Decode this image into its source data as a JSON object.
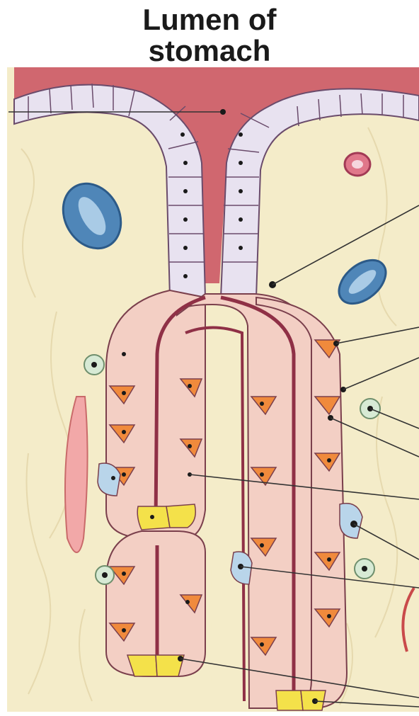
{
  "title": {
    "line1": "Lumen of",
    "line2": "stomach"
  },
  "colors": {
    "background_tissue": "#f4ecc9",
    "lumen": "#c9505f",
    "surface_cell": "#e8e2f0",
    "chief_cell": "#f3cfc4",
    "parietal_cell": "#f08a3c",
    "neck_cell": "#d8d9e6",
    "stem_cell": "#f4e14a",
    "enteroendocrine_cell": "#b9d5ea",
    "vessel": "#4f86b8",
    "lymphocyte": "#d7ead5",
    "leader_line": "#333333"
  },
  "icons": [
    "gastric-pit-illustration",
    "gastric-gland-illustration",
    "blood-vessel-icon"
  ]
}
